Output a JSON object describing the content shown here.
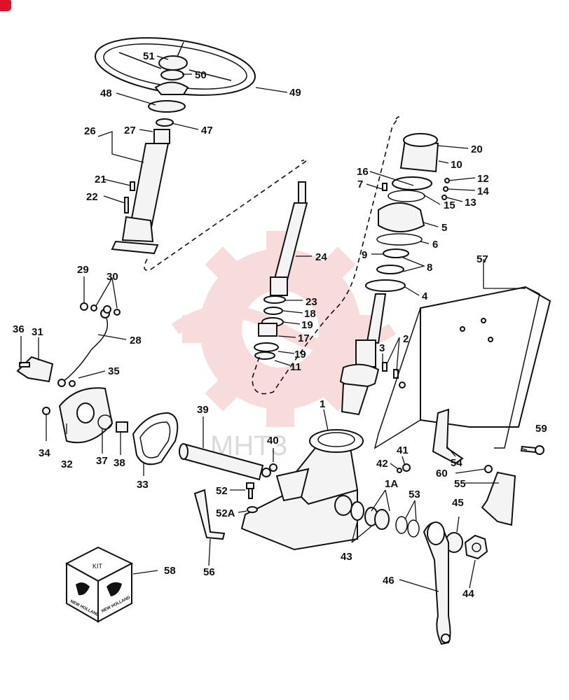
{
  "diagram": {
    "watermark_text": "МНТЗ",
    "kit_label": "KIT",
    "brand_text": "NEW HOLLAND",
    "colors": {
      "line": "#111111",
      "watermark_red": "#f2b8b8",
      "corner_badge": "#e0102a"
    },
    "callouts": [
      "51",
      "50",
      "49",
      "48",
      "47",
      "26",
      "27",
      "21",
      "22",
      "24",
      "20",
      "10",
      "16",
      "12",
      "7",
      "14",
      "15",
      "13",
      "5",
      "6",
      "9",
      "8",
      "4",
      "57",
      "29",
      "30",
      "36",
      "31",
      "28",
      "35",
      "34",
      "32",
      "37",
      "38",
      "33",
      "23",
      "18",
      "19",
      "17",
      "19b",
      "11",
      "3",
      "2",
      "1",
      "39",
      "40",
      "41",
      "42",
      "59",
      "60",
      "54",
      "55",
      "52",
      "52A",
      "56",
      "1A",
      "53",
      "45",
      "43",
      "44",
      "46",
      "58"
    ],
    "labels": {
      "51": "51",
      "50": "50",
      "49": "49",
      "48": "48",
      "47": "47",
      "26": "26",
      "27": "27",
      "21": "21",
      "22": "22",
      "24": "24",
      "20": "20",
      "10": "10",
      "16": "16",
      "12": "12",
      "7": "7",
      "14": "14",
      "15": "15",
      "13": "13",
      "5": "5",
      "6": "6",
      "9": "9",
      "8": "8",
      "4": "4",
      "57": "57",
      "29": "29",
      "30": "30",
      "36": "36",
      "31": "31",
      "28": "28",
      "35": "35",
      "34": "34",
      "32": "32",
      "37": "37",
      "38": "38",
      "33": "33",
      "23": "23",
      "18": "18",
      "19": "19",
      "17": "17",
      "19b": "19",
      "11": "11",
      "3": "3",
      "2": "2",
      "1": "1",
      "39": "39",
      "40": "40",
      "41": "41",
      "42": "42",
      "59": "59",
      "60": "60",
      "54": "54",
      "55": "55",
      "52": "52",
      "52A": "52A",
      "56": "56",
      "1A": "1A",
      "53": "53",
      "45": "45",
      "43": "43",
      "44": "44",
      "46": "46",
      "58": "58"
    }
  }
}
